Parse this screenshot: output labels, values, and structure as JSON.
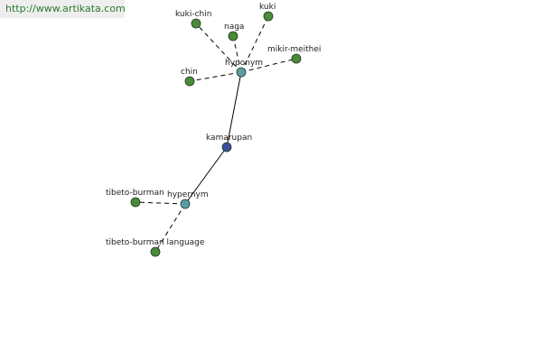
{
  "watermark": {
    "text": "http://www.artikata.com"
  },
  "colors": {
    "center_node": "#3a4fa0",
    "hypernym_node": "#5a9ea6",
    "leaf_node": "#4a8a3a",
    "edge": "#000000",
    "watermark_text": "#2c7a2c",
    "watermark_bg": "#eeeeee"
  },
  "graph": {
    "nodes": [
      {
        "id": "kamarupan",
        "label": "kamarupan",
        "kind": "center"
      },
      {
        "id": "hyponym",
        "label": "hyponym",
        "kind": "relation"
      },
      {
        "id": "hypernym",
        "label": "hypernym",
        "kind": "relation"
      },
      {
        "id": "kuki-chin",
        "label": "kuki-chin",
        "kind": "leaf"
      },
      {
        "id": "naga",
        "label": "naga",
        "kind": "leaf"
      },
      {
        "id": "kuki",
        "label": "kuki",
        "kind": "leaf"
      },
      {
        "id": "mikir-meithei",
        "label": "mikir-meithei",
        "kind": "leaf"
      },
      {
        "id": "chin",
        "label": "chin",
        "kind": "leaf"
      },
      {
        "id": "tibeto-burman",
        "label": "tibeto-burman",
        "kind": "leaf"
      },
      {
        "id": "tibeto-burman-language",
        "label": "tibeto-burman language",
        "kind": "leaf"
      }
    ],
    "edges": [
      {
        "from": "kamarupan",
        "to": "hyponym",
        "style": "solid"
      },
      {
        "from": "kamarupan",
        "to": "hypernym",
        "style": "solid"
      },
      {
        "from": "hyponym",
        "to": "kuki-chin",
        "style": "dashed"
      },
      {
        "from": "hyponym",
        "to": "naga",
        "style": "dashed"
      },
      {
        "from": "hyponym",
        "to": "kuki",
        "style": "dashed"
      },
      {
        "from": "hyponym",
        "to": "mikir-meithei",
        "style": "dashed"
      },
      {
        "from": "hyponym",
        "to": "chin",
        "style": "dashed"
      },
      {
        "from": "hypernym",
        "to": "tibeto-burman",
        "style": "dashed"
      },
      {
        "from": "hypernym",
        "to": "tibeto-burman-language",
        "style": "dashed"
      }
    ]
  }
}
